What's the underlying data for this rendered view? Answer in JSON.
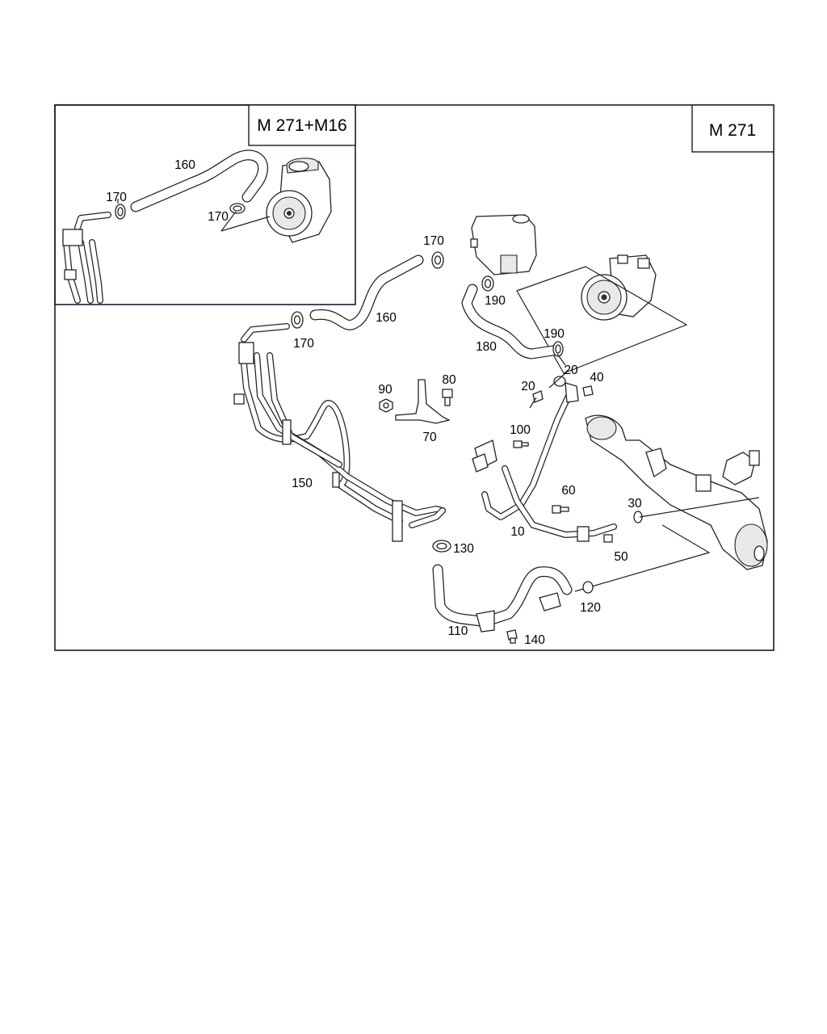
{
  "variant_labels": {
    "inset": "M 271+M16",
    "main": "M 271"
  },
  "callouts": {
    "inset_160": "160",
    "inset_170_left": "170",
    "inset_170_right": "170",
    "p170_top": "170",
    "p190_top": "190",
    "p160": "160",
    "p170_left": "170",
    "p180": "180",
    "p190_mid": "190",
    "p20_left": "20",
    "p20_right": "20",
    "p40": "40",
    "p90": "90",
    "p80": "80",
    "p70": "70",
    "p100": "100",
    "p150": "150",
    "p60": "60",
    "p30": "30",
    "p10": "10",
    "p50": "50",
    "p130": "130",
    "p120": "120",
    "p110": "110",
    "p140": "140"
  }
}
